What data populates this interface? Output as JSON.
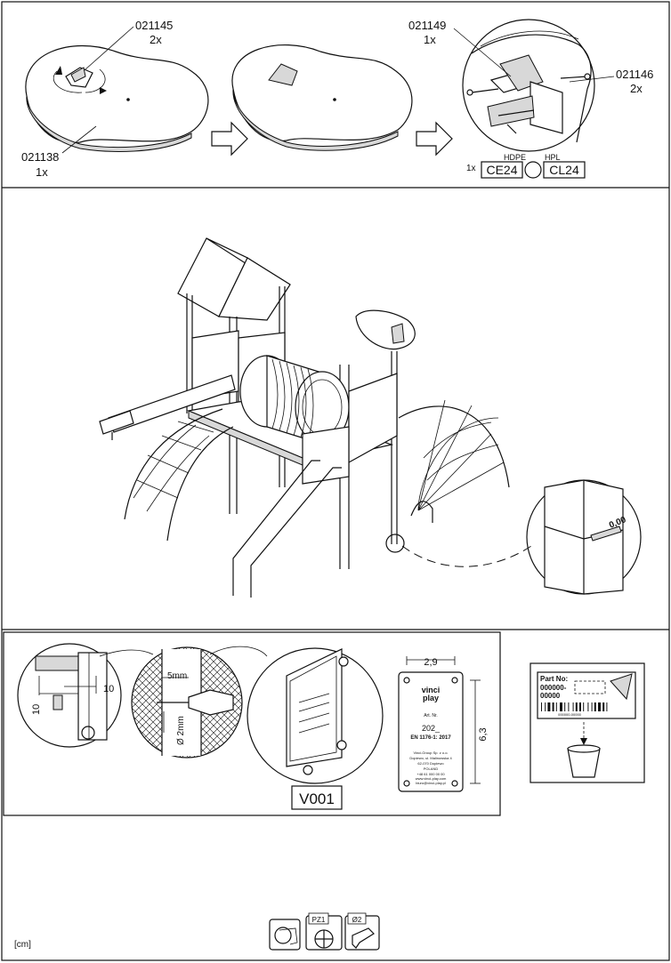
{
  "step1": {
    "parts": [
      {
        "code": "021145",
        "qty": "2x"
      },
      {
        "code": "021138",
        "qty": "1x"
      },
      {
        "code": "021149",
        "qty": "1x"
      },
      {
        "code": "021146",
        "qty": "2x"
      }
    ],
    "panel_qty": "1x",
    "material_a": {
      "label": "HDPE",
      "code": "CE24"
    },
    "material_b": {
      "label": "HPL",
      "code": "CL24"
    }
  },
  "step2": {
    "ground_level": "0,00"
  },
  "step3": {
    "dim_10a": "10",
    "dim_10b": "10",
    "drill_depth": "5mm",
    "drill_diameter": "Ø 2mm",
    "plate_code": "V001",
    "plate_width": "2,9",
    "plate_height": "6,3",
    "plate_brand": [
      "vinci",
      "play"
    ],
    "plate_art": "Art. Nr.",
    "plate_year": "202_",
    "plate_standard": "EN 1176-1: 2017",
    "plate_company": "Vinci-Group Sp. z o.o.",
    "plate_address": [
      "Dopiewo, ul. Malinowska 4",
      "62-070 Dopiewo",
      "POLAND"
    ],
    "plate_contact": [
      "+48 61 000 00 00",
      "www.vinci-play.com",
      "biuro@vinci-play.pl"
    ]
  },
  "sticker": {
    "part_no_label": "Part No:",
    "part_no_value": [
      "000000-",
      "00000"
    ],
    "barcode_text": "000000-00000"
  },
  "footer": {
    "units": "[cm]",
    "tool_labels": [
      "PZ1",
      "Ø2"
    ]
  }
}
